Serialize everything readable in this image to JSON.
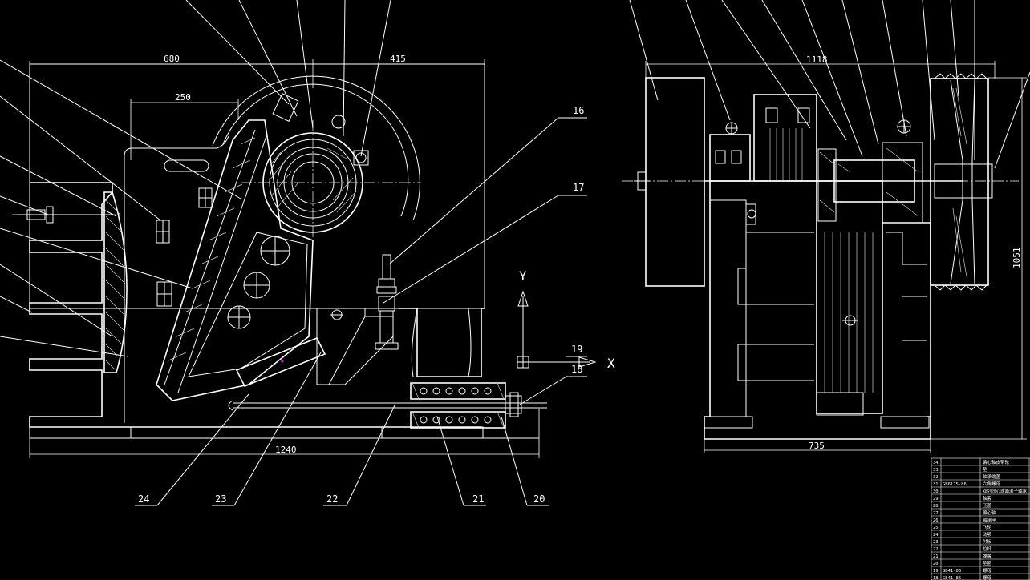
{
  "drawing": {
    "colors": {
      "background": "#000000",
      "line": "#ffffff",
      "accent": "#ff00ff"
    },
    "dimensions": {
      "left_width_680": "680",
      "left_width_415": "415",
      "left_width_250": "250",
      "left_total_1240": "1240",
      "right_width_1118": "1118",
      "right_height_1051": "1051",
      "right_base_735": "735"
    },
    "callouts": {
      "c16": "16",
      "c17": "17",
      "c18": "18",
      "c19": "19",
      "c20": "20",
      "c21": "21",
      "c22": "22",
      "c23": "23",
      "c24": "24"
    },
    "axes": {
      "y_label": "Y",
      "x_label": "X"
    },
    "parts_table": [
      {
        "no": "34",
        "code": "",
        "name": "偏心轴皮带轮"
      },
      {
        "no": "33",
        "code": "",
        "name": "垫"
      },
      {
        "no": "32",
        "code": "",
        "name": "轴承端盖"
      },
      {
        "no": "31",
        "code": "GB6175-86",
        "name": "六角螺母"
      },
      {
        "no": "30",
        "code": "",
        "name": "双列向心球面滚子轴承"
      },
      {
        "no": "29",
        "code": "",
        "name": "轴套"
      },
      {
        "no": "28",
        "code": "",
        "name": "压盖"
      },
      {
        "no": "27",
        "code": "",
        "name": "偏心轴"
      },
      {
        "no": "26",
        "code": "",
        "name": "轴承座"
      },
      {
        "no": "25",
        "code": "",
        "name": "飞轮"
      },
      {
        "no": "24",
        "code": "",
        "name": "动颚"
      },
      {
        "no": "23",
        "code": "",
        "name": "肘板"
      },
      {
        "no": "22",
        "code": "",
        "name": "拉杆"
      },
      {
        "no": "21",
        "code": "",
        "name": "弹簧"
      },
      {
        "no": "20",
        "code": "",
        "name": "垫圈"
      },
      {
        "no": "19",
        "code": "GB41-86",
        "name": "螺母"
      },
      {
        "no": "18",
        "code": "GB41-86",
        "name": "螺母"
      }
    ]
  }
}
